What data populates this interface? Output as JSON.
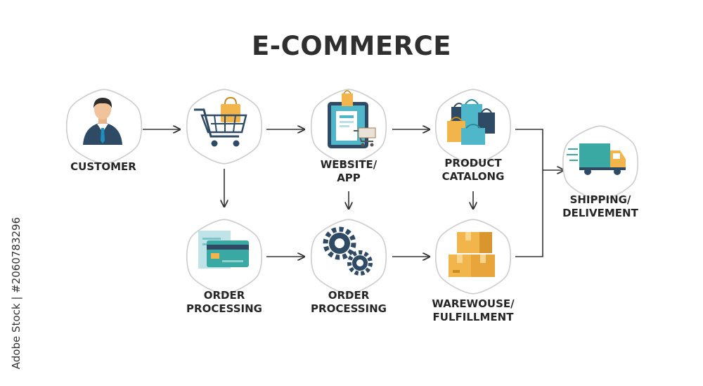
{
  "title": "E-COMMERCE",
  "nodes": {
    "customer": {
      "lines": [
        "CUSTOMER"
      ],
      "icon": "businessman-icon"
    },
    "cart": {
      "lines": [],
      "icon": "shopping-cart-icon"
    },
    "website": {
      "lines": [
        "WEBSITE/",
        "APP"
      ],
      "icon": "tablet-shop-icon"
    },
    "catalog": {
      "lines": [
        "PRODUCT",
        "CATALONG"
      ],
      "icon": "shopping-bags-icon"
    },
    "shipping": {
      "lines": [
        "SHIPPING/",
        "DELIVEMENT"
      ],
      "icon": "delivery-truck-icon"
    },
    "payment": {
      "lines": [
        "ORDER",
        "PROCESSING"
      ],
      "icon": "credit-card-icon"
    },
    "processing": {
      "lines": [
        "ORDER",
        "PROCESSING"
      ],
      "icon": "gears-icon"
    },
    "warehouse": {
      "lines": [
        "WAREWOUSE/",
        "FULFILLMENT"
      ],
      "icon": "boxes-icon"
    }
  },
  "watermark": "Adobe Stock | #2060783296",
  "colors": {
    "teal": "#3aa9a3",
    "navy": "#2f4a64",
    "orange": "#f2b54b",
    "line": "#333333",
    "hex_border": "#cfcfcf"
  }
}
